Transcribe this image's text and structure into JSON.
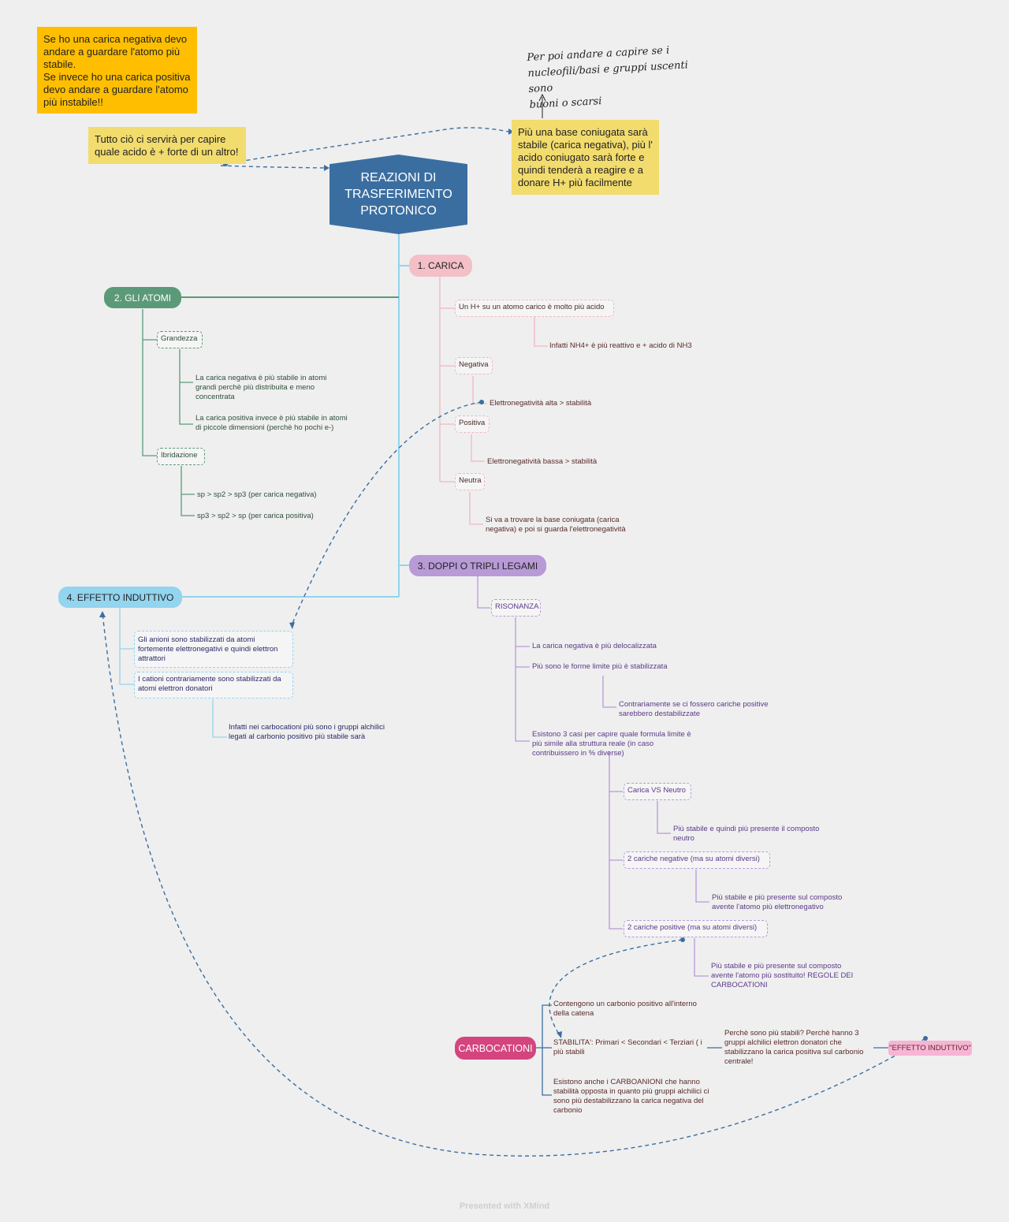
{
  "colors": {
    "central": "#3b6ea0",
    "carica": "#f4bfc7",
    "atomi": "#5b9a78",
    "doppi": "#b79ad6",
    "induttivo": "#93d4ee",
    "carbocationi": "#d4457f",
    "effetto_tag": "#f7b5d4",
    "note_orange": "#ffbf00",
    "note_yellow": "#f2dc6e"
  },
  "notes": {
    "orange": "Se ho una carica negativa devo andare a guardare l'atomo più stabile.\nSe invece ho una carica positiva devo andare a guardare l'atomo più instabile!!",
    "tutto": "Tutto ciò ci servirà per capire quale acido è + forte di un altro!",
    "base": "Più una base coniugata sarà stabile (carica negativa), più l' acido coniugato sarà forte e quindi tenderà a reagire e a donare H+ più facilmente",
    "handwritten": "Per poi andare a capire se i\nnucleofili/basi e gruppi uscenti sono\nbuoni o scarsi"
  },
  "central": {
    "title": "REAZIONI DI TRASFERIMENTO PROTONICO"
  },
  "carica": {
    "title": "1. CARICA",
    "h_acido": "Un H+ su un atomo carico è molto più acido",
    "infatti": "Infatti NH4+ è più reattivo e + acido di NH3",
    "negativa": "Negativa",
    "elettro_alta": "Elettronegatività alta > stabilità",
    "positiva": "Positiva",
    "elettro_bassa": "Elettronegatività bassa > stabilità",
    "neutra": "Neutra",
    "si_va": "Si va a trovare la base coniugata (carica negativa) e poi si guarda l'elettronegatività"
  },
  "atomi": {
    "title": "2. GLI ATOMI",
    "grandezza": "Grandezza",
    "neg_stabile": "La carica negativa è più stabile in atomi grandi perchè più distribuita e meno concentrata",
    "pos_stabile": "La carica positiva invece è più stabile in atomi di piccole dimensioni (perchè ho pochi e-)",
    "ibridazione": "Ibridazione",
    "sp_neg": "sp > sp2 > sp3 (per carica negativa)",
    "sp_pos": "sp3 > sp2 > sp (per carica positiva)"
  },
  "doppi": {
    "title": "3. DOPPI O TRIPLI LEGAMI",
    "risonanza": "RISONANZA",
    "delocalizzata": "La carica negativa è più delocalizzata",
    "forme_limite": "Più sono le forme limite più è stabilizzata",
    "contrariamente": "Contrariamente se ci fossero cariche positive sarebbero destabilizzate",
    "esistono": "Esistono 3 casi per capire quale formula limite è più simile alla struttura reale (in caso contribuissero in % diverse)",
    "carica_vs": "Carica VS Neutro",
    "piu_neutro": "Più stabile e quindi più presente il composto neutro",
    "due_neg": "2 cariche negative (ma su atomi diversi)",
    "piu_elettroneg": "Più stabile e più presente sul composto avente l'atomo più elettronegativo",
    "due_pos": "2 cariche positive (ma su atomi diversi)",
    "piu_sostituito": "Più stabile e più presente sul composto avente l'atomo più sostituito! REGOLE DEI CARBOCATIONI"
  },
  "induttivo": {
    "title": "4. EFFETTO INDUTTIVO",
    "anioni": "Gli anioni sono stabilizzati da atomi fortemente elettronegativi e quindi elettron attrattori",
    "cationi": "I cationi contrariamente sono stabilizzati da atomi elettron donatori",
    "infatti": "Infatti nei carbocationi più sono i gruppi alchilici legati al carbonio positivo più stabile sarà"
  },
  "carbocationi": {
    "title": "CARBOCATIONI",
    "contengono": "Contengono un carbonio positivo all'interno della catena",
    "stabilita": "STABILITA': Primari < Secondari < Terziari ( i più stabili",
    "perche": "Perchè sono più stabili? Perchè hanno 3 gruppi alchilici elettron donatori che stabilizzano la carica positiva sul carbonio centrale!",
    "effetto_tag": "\"EFFETTO INDUTTIVO\"",
    "carboanioni": "Esistono anche i CARBOANIONI che hanno stabilità opposta in quanto più gruppi alchilici ci sono più destabilizzano la carica negativa del carbonio"
  },
  "footer": "Presented with XMind"
}
